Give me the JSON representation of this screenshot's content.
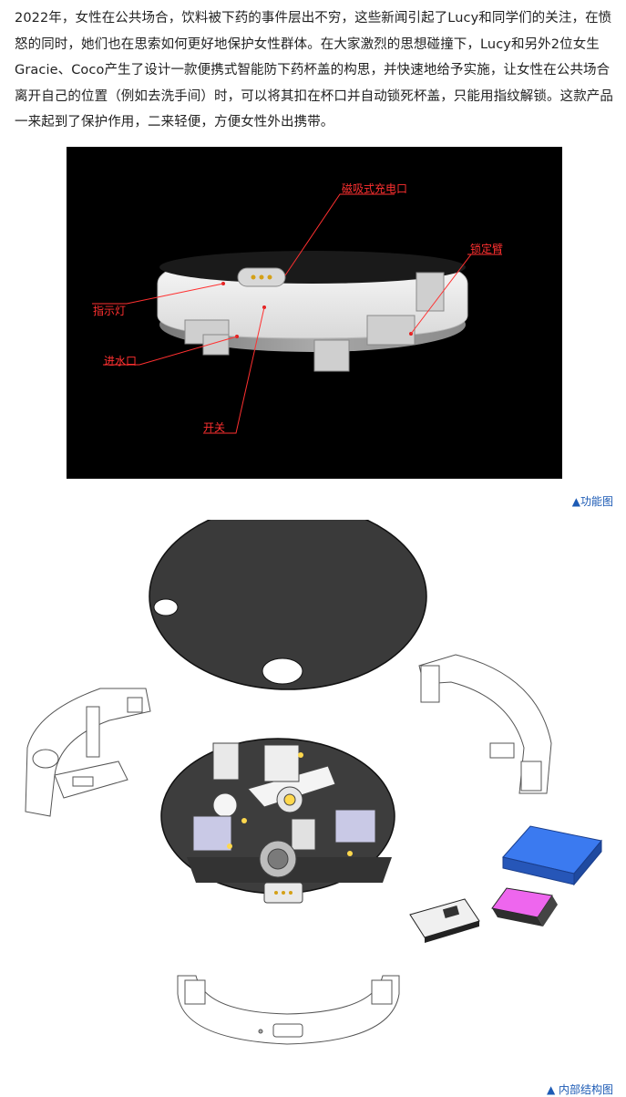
{
  "article": {
    "paragraph": "2022年，女性在公共场合，饮料被下药的事件层出不穷，这些新闻引起了Lucy和同学们的关注，在愤怒的同时，她们也在思索如何更好地保护女性群体。在大家激烈的思想碰撞下，Lucy和另外2位女生Gracie、Coco产生了设计一款便携式智能防下药杯盖的构思，并快速地给予实施，让女性在公共场合离开自己的位置（例如去洗手间）时，可以将其扣在杯口并自动锁死杯盖，只能用指纹解锁。这款产品一来起到了保护作用，二来轻便，方便女性外出携带。"
  },
  "figure1": {
    "labels": {
      "charging_port": "磁吸式充电口",
      "lock_arm": "锁定臂",
      "indicator": "指示灯",
      "water_inlet": "进水口",
      "switch": "开关"
    },
    "caption": "▲功能图"
  },
  "figure2": {
    "caption": "▲ 内部结构图"
  },
  "colors": {
    "caption_blue": "#1d5bb5",
    "label_red": "#ff3030",
    "battery_blue": "#2f6fe0",
    "chip_pink": "#ee66ee"
  }
}
